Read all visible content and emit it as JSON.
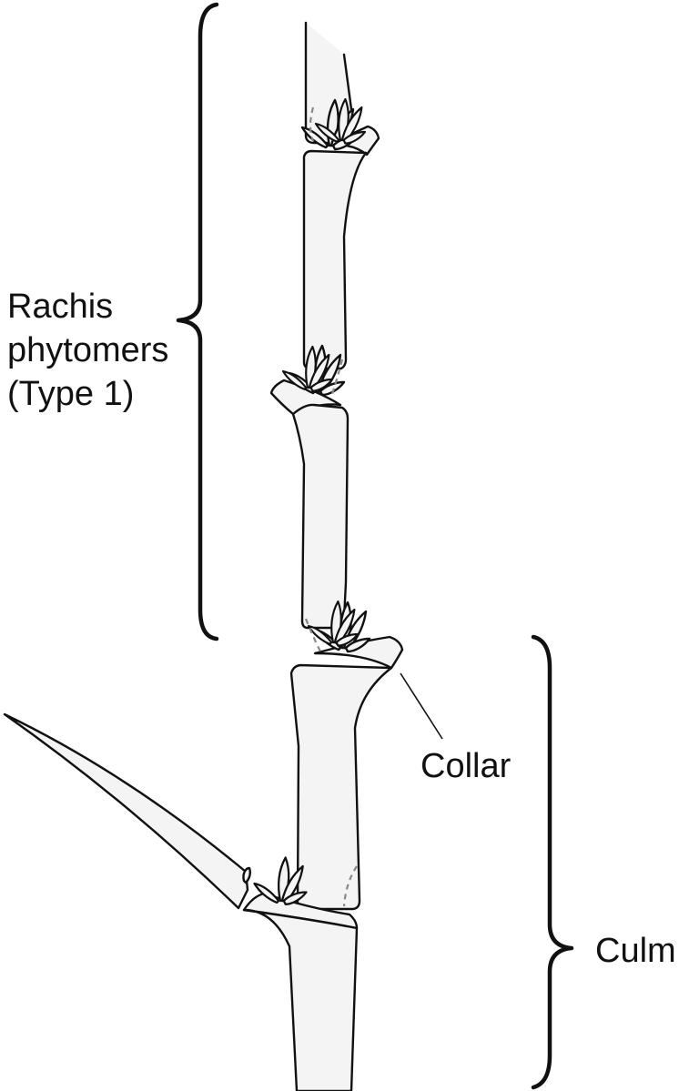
{
  "labels": {
    "rachis_line1": "Rachis",
    "rachis_line2": "phytomers",
    "rachis_line3": "(Type 1)",
    "collar": "Collar",
    "culm": "Culm"
  },
  "colors": {
    "stroke": "#111111",
    "fill": "#f4f4f4",
    "dashed": "#888888"
  }
}
